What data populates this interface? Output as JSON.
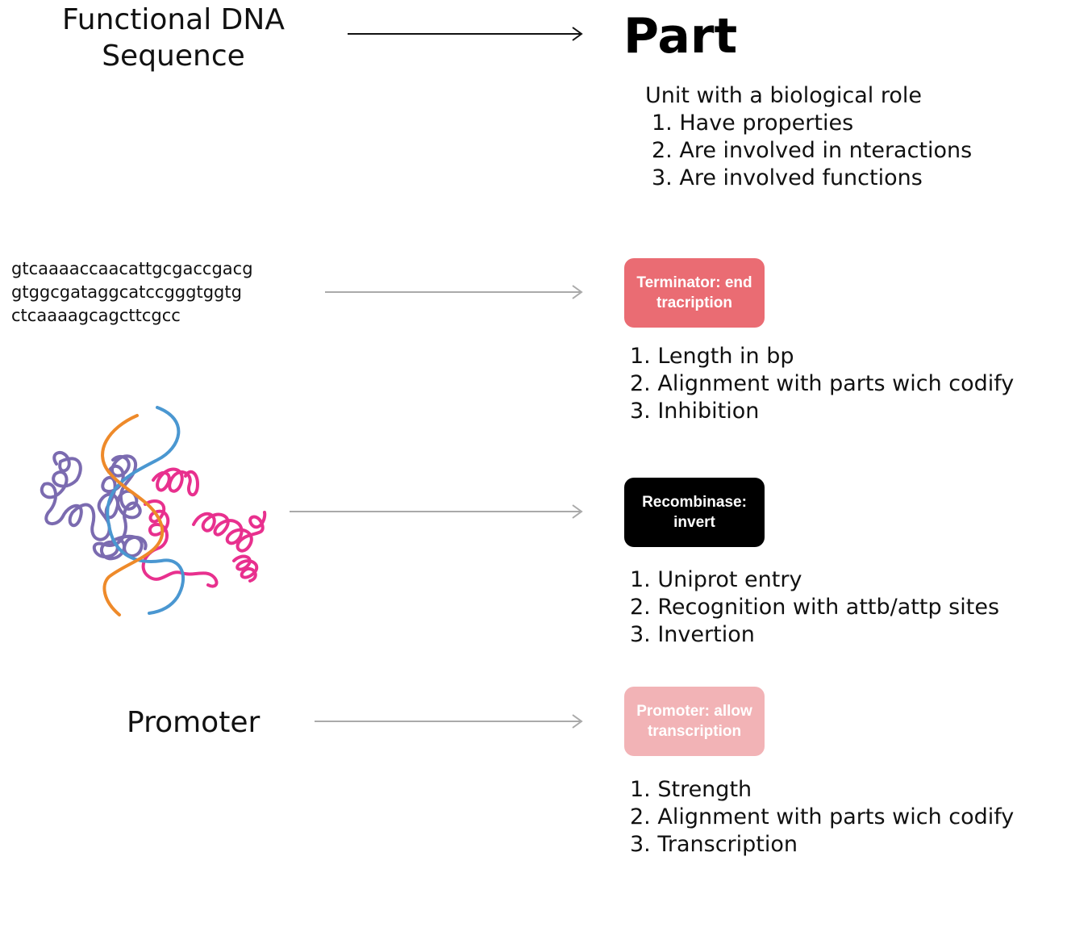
{
  "heading": {
    "left": "Functional DNA Sequence",
    "right": "Part"
  },
  "part_definition": {
    "intro": "Unit with a biological role",
    "items": [
      "1. Have properties",
      "2. Are involved in nteractions",
      "3. Are involved functions"
    ]
  },
  "sequence": {
    "lines": [
      "gtcaaaaccaacattgcgaccgacg",
      "gtggcgataggcatccgggtggtg",
      "ctcaaaagcagcttcgcc"
    ]
  },
  "protein_image": {
    "icon": "protein-structure-icon",
    "colors": [
      "#7b6bb0",
      "#e8308e",
      "#4a97d1",
      "#ee8a2a"
    ]
  },
  "promoter_label": "Promoter",
  "parts": [
    {
      "label": "Terminator: end tracription",
      "color": "#ea6c73",
      "items": [
        "1. Length in bp",
        "2. Alignment with parts wich codify",
        "3. Inhibition"
      ]
    },
    {
      "label": "Recombinase: invert",
      "color": "#000000",
      "items": [
        "1. Uniprot entry",
        "2. Recognition with attb/attp sites",
        "3. Invertion"
      ]
    },
    {
      "label": "Promoter: allow transcription",
      "color": "#f2b3b6",
      "items": [
        "1. Strength",
        "2. Alignment with parts wich codify",
        "3. Transcription"
      ]
    }
  ],
  "arrow_colors": {
    "main": "#111111",
    "secondary": "#aaaaaa"
  }
}
